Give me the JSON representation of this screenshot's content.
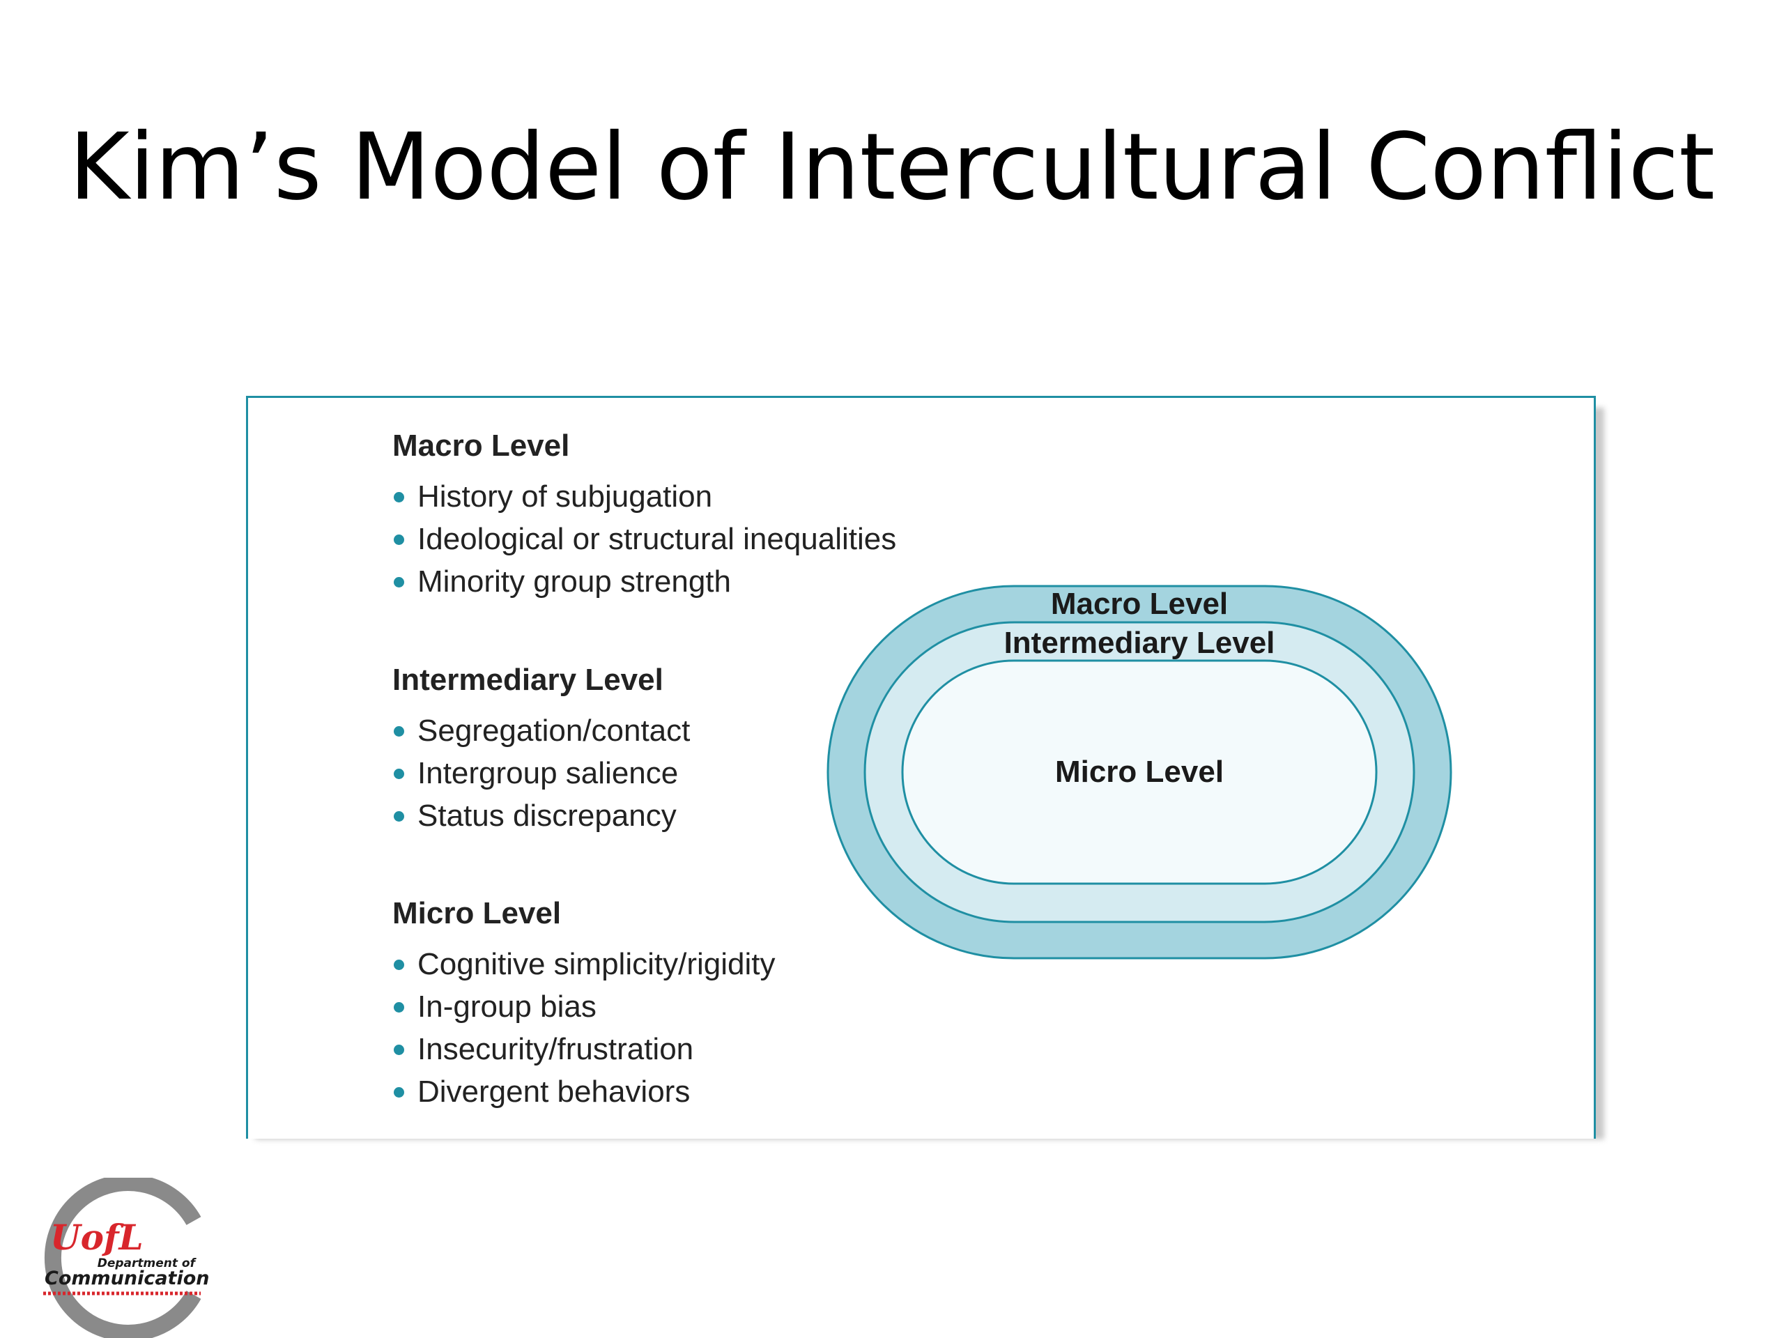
{
  "title": "Kim’s Model of Intercultural Conflict",
  "levels": [
    {
      "heading": "Macro Level",
      "items": [
        "History of subjugation",
        "Ideological or structural inequalities",
        "Minority group strength"
      ]
    },
    {
      "heading": "Intermediary Level",
      "items": [
        "Segregation/contact",
        "Intergroup salience",
        "Status discrepancy"
      ]
    },
    {
      "heading": "Micro Level",
      "items": [
        "Cognitive simplicity/rigidity",
        "In-group bias",
        "Insecurity/frustration",
        "Divergent behaviors"
      ]
    }
  ],
  "diagram": {
    "outer_label": "Macro Level",
    "middle_label": "Intermediary Level",
    "inner_label": "Micro Level"
  },
  "logo": {
    "script_text": "UofL",
    "dept_line1": "Department of",
    "dept_line2": "Communication"
  },
  "colors": {
    "accent": "#1f8fa3",
    "ring_outer": "#a4d4df",
    "ring_middle": "#d5ebf1",
    "ring_inner": "#f3fafc",
    "logo_red": "#d8262c",
    "logo_gray": "#8a8a8a"
  }
}
